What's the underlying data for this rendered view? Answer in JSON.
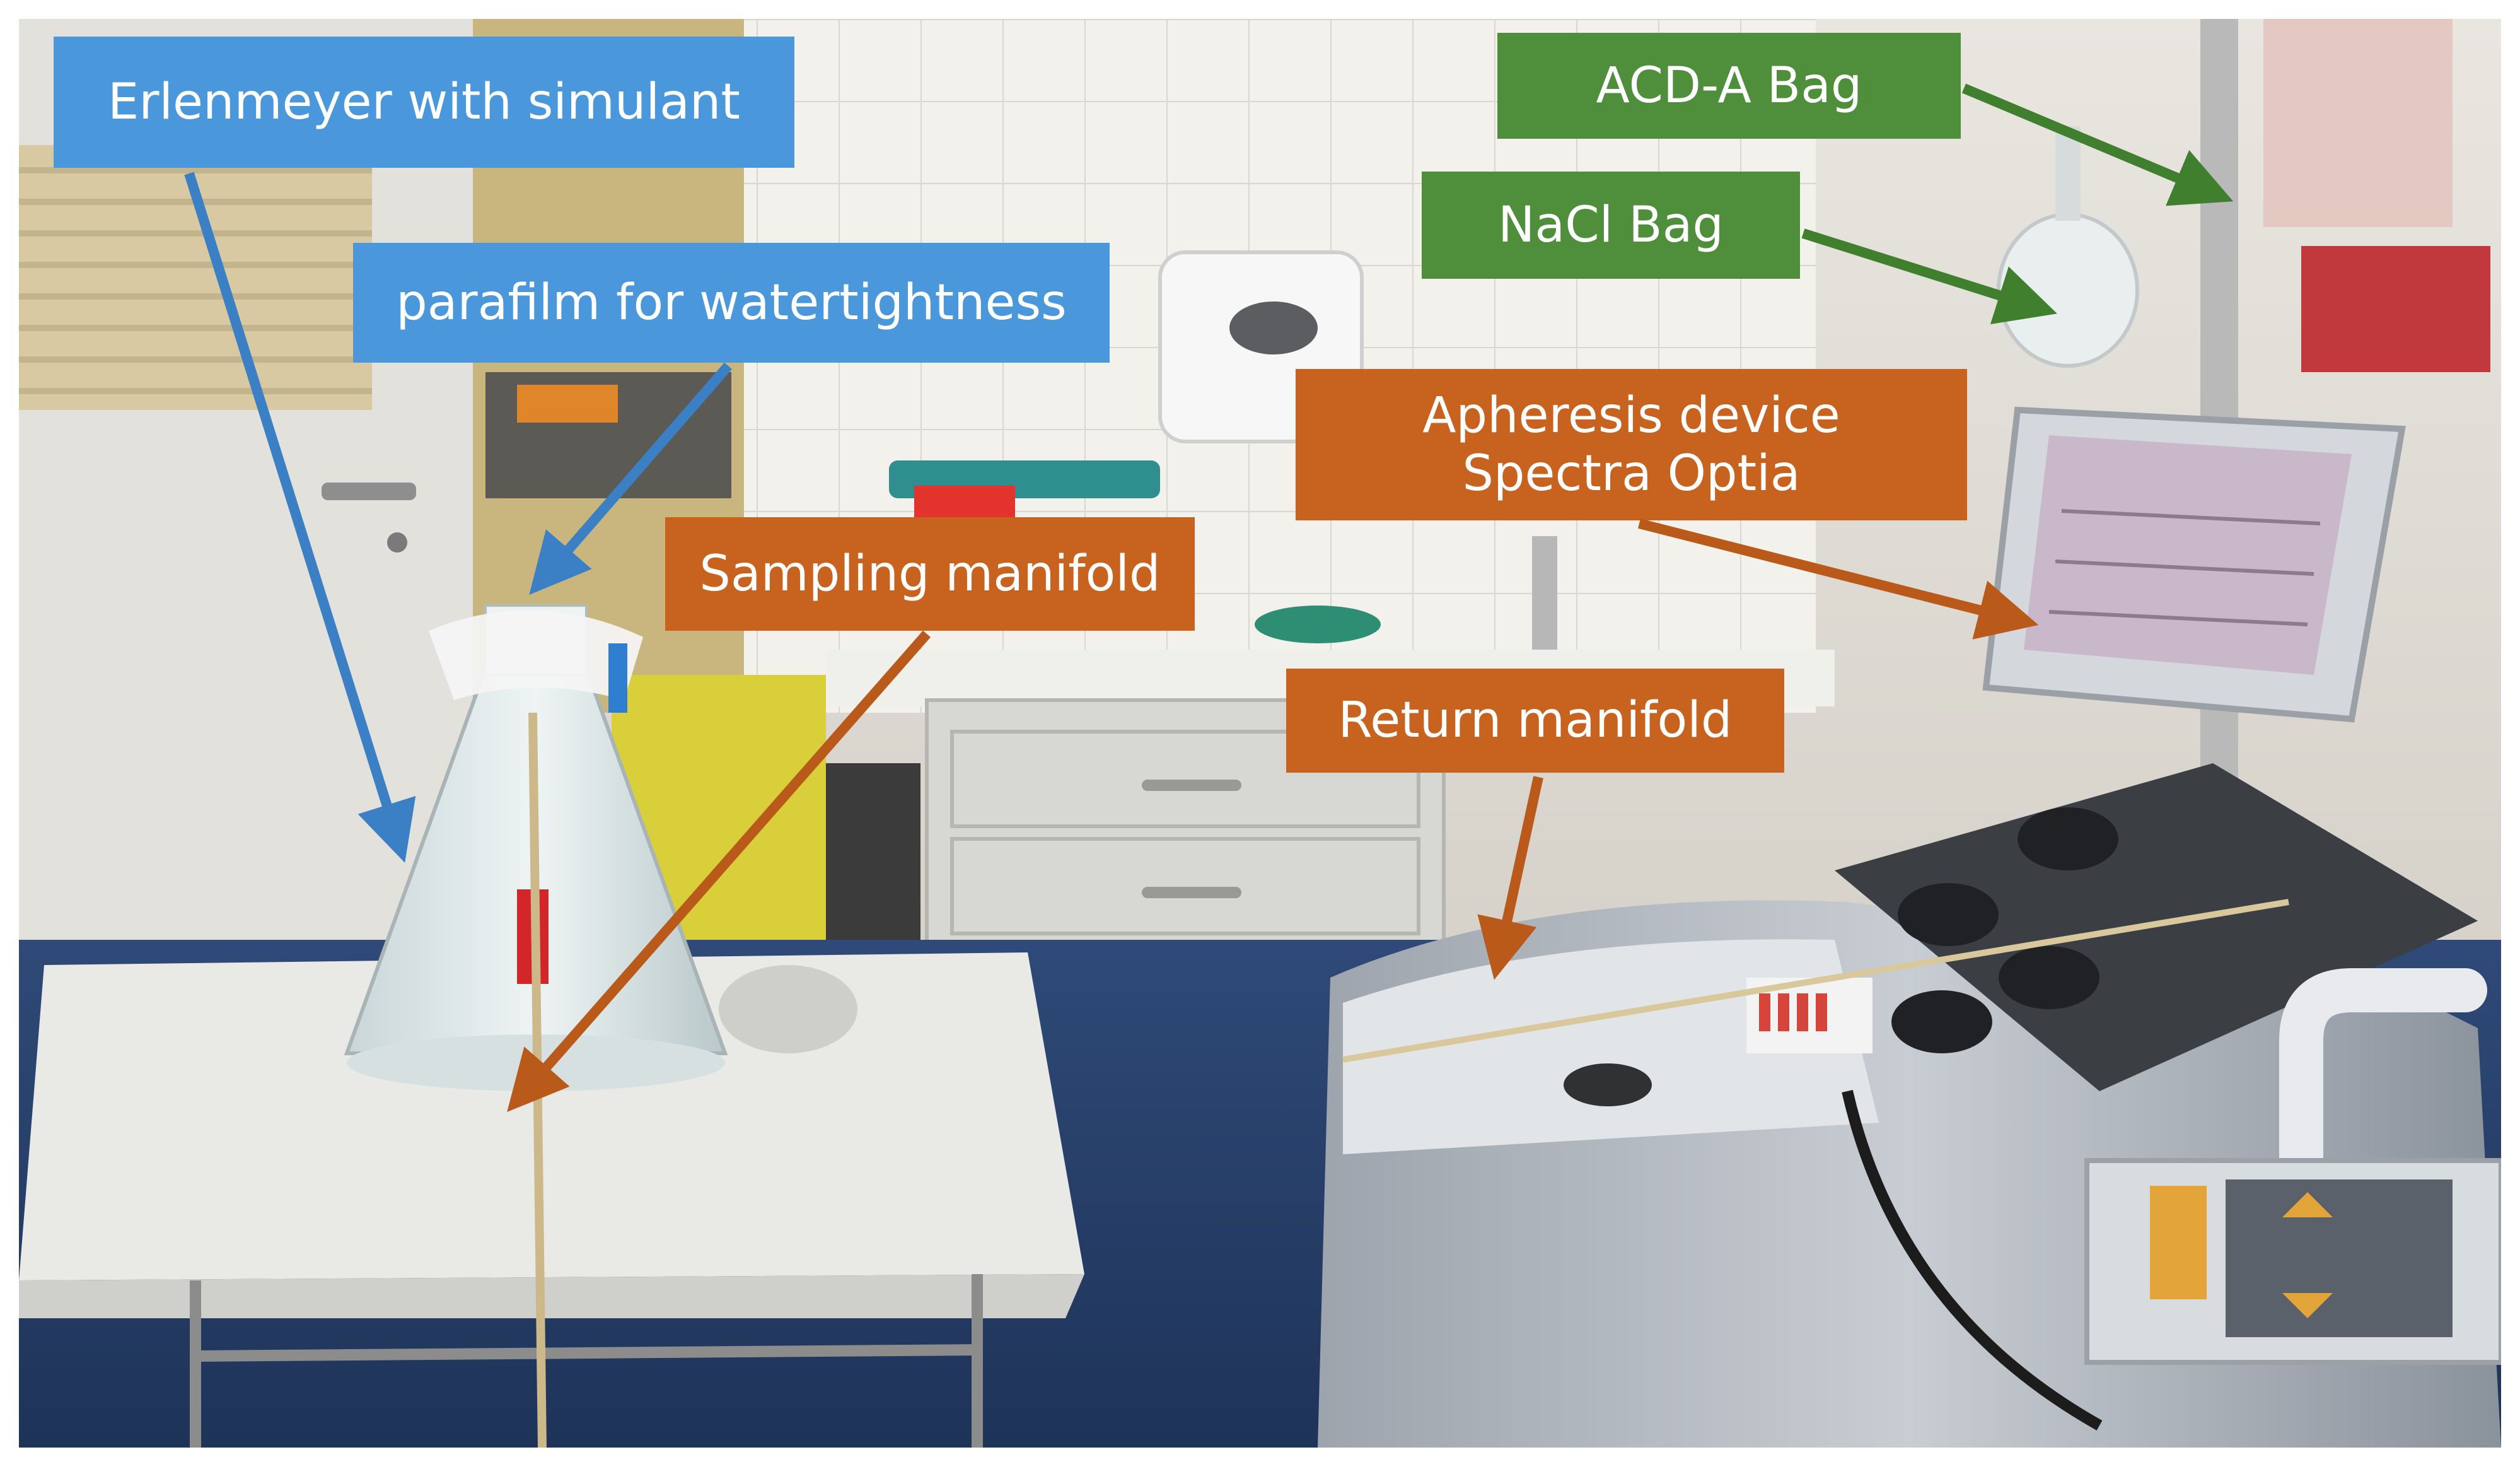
{
  "labels": {
    "erlenmeyer": "Erlenmeyer  with simulant",
    "parafilm": "parafilm for watertightness",
    "sampling": "Sampling manifold",
    "acd": "ACD-A Bag",
    "nacl": "NaCl Bag",
    "apheresis": "Apheresis device\nSpectra Optia",
    "return": "Return manifold"
  },
  "colors": {
    "blue_label": "#4a97db",
    "green_label": "#4f8f3c",
    "orange_label": "#c7631e",
    "blue_arrow": "#3b7fc4",
    "green_arrow": "#3f7f2d",
    "orange_arrow": "#b9591a"
  }
}
